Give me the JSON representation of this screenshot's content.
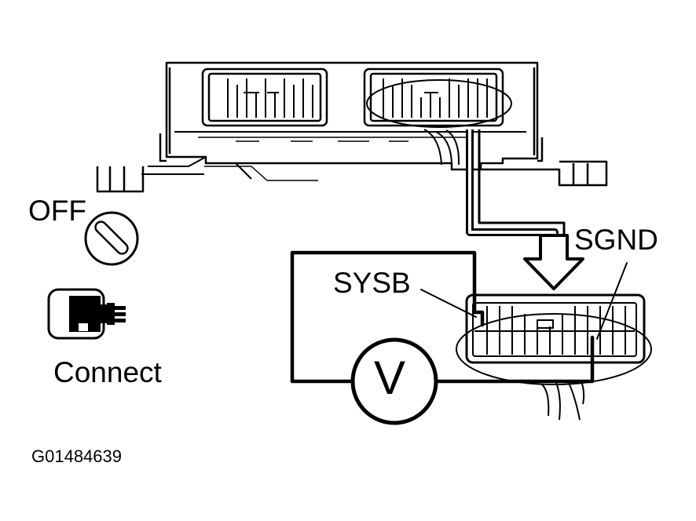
{
  "labels": {
    "off": "OFF",
    "connect": "Connect",
    "sysb": "SYSB",
    "sgnd": "SGND",
    "voltmeter": "V",
    "figure_id": "G01484639"
  },
  "icons": {
    "ignition_switch": "ignition-key-off-icon",
    "connector_plug": "connector-connect-icon",
    "voltmeter": "voltmeter-icon",
    "direction_arrow": "down-arrow-icon"
  },
  "colors": {
    "ink": "#000000",
    "paper": "#ffffff"
  }
}
